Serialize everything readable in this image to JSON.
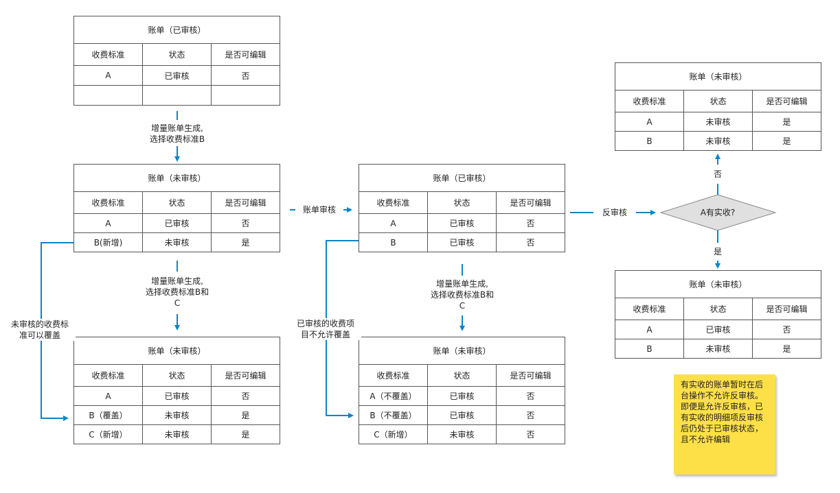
{
  "column_headers": [
    "收费标准",
    "状态",
    "是否可编辑"
  ],
  "tables": {
    "t1": {
      "title": "账单（已审核）",
      "rows": [
        [
          "A",
          "已审核",
          "否"
        ],
        [
          "",
          "",
          ""
        ]
      ]
    },
    "t2": {
      "title": "账单（未审核）",
      "rows": [
        [
          "A",
          "已审核",
          "否"
        ],
        [
          "B(新增)",
          "未审核",
          "是"
        ]
      ]
    },
    "t3": {
      "title": "账单（未审核）",
      "rows": [
        [
          "A",
          "已审核",
          "否"
        ],
        [
          "B（覆盖）",
          "未审核",
          "是"
        ],
        [
          "C（新增）",
          "未审核",
          "是"
        ]
      ]
    },
    "t4": {
      "title": "账单（已审核）",
      "rows": [
        [
          "A",
          "已审核",
          "否"
        ],
        [
          "B",
          "已审核",
          "否"
        ]
      ]
    },
    "t5": {
      "title": "账单（未审核）",
      "rows": [
        [
          "A（不覆盖）",
          "已审核",
          "否"
        ],
        [
          "B（不覆盖）",
          "已审核",
          "否"
        ],
        [
          "C（新增）",
          "未审核",
          "否"
        ]
      ]
    },
    "t6": {
      "title": "账单（未审核）",
      "rows": [
        [
          "A",
          "未审核",
          "是"
        ],
        [
          "B",
          "未审核",
          "是"
        ]
      ]
    },
    "t7": {
      "title": "账单（未审核）",
      "rows": [
        [
          "A",
          "已审核",
          "否"
        ],
        [
          "B",
          "未审核",
          "是"
        ]
      ]
    }
  },
  "labels": {
    "gen_b": [
      "增量账单生成,",
      "选择收费标准B"
    ],
    "gen_bc_1": [
      "增量账单生成,",
      "选择收费标准B和",
      "C"
    ],
    "gen_bc_2": [
      "增量账单生成,",
      "选择收费标准B和",
      "C"
    ],
    "unreviewed_cover": [
      "未审核的收费标",
      "准可以覆盖"
    ],
    "reviewed_no_cover": [
      "已审核的收费项",
      "目不允许覆盖"
    ],
    "bill_review": "账单审核",
    "reverse_review": "反审核",
    "decision_no": "否",
    "decision_yes": "是"
  },
  "decision": "A有实收?",
  "note": [
    "有实收的账单暂时在后",
    "台操作不允许反审核。",
    "即便是允许反审核，已",
    "有实收的明细项反审核",
    "后仍处于已审核状态，",
    "且不允许编辑"
  ],
  "colors": {
    "connector": "#0a84c6",
    "note": "#fde047",
    "diamond": "#e0e0e0"
  }
}
